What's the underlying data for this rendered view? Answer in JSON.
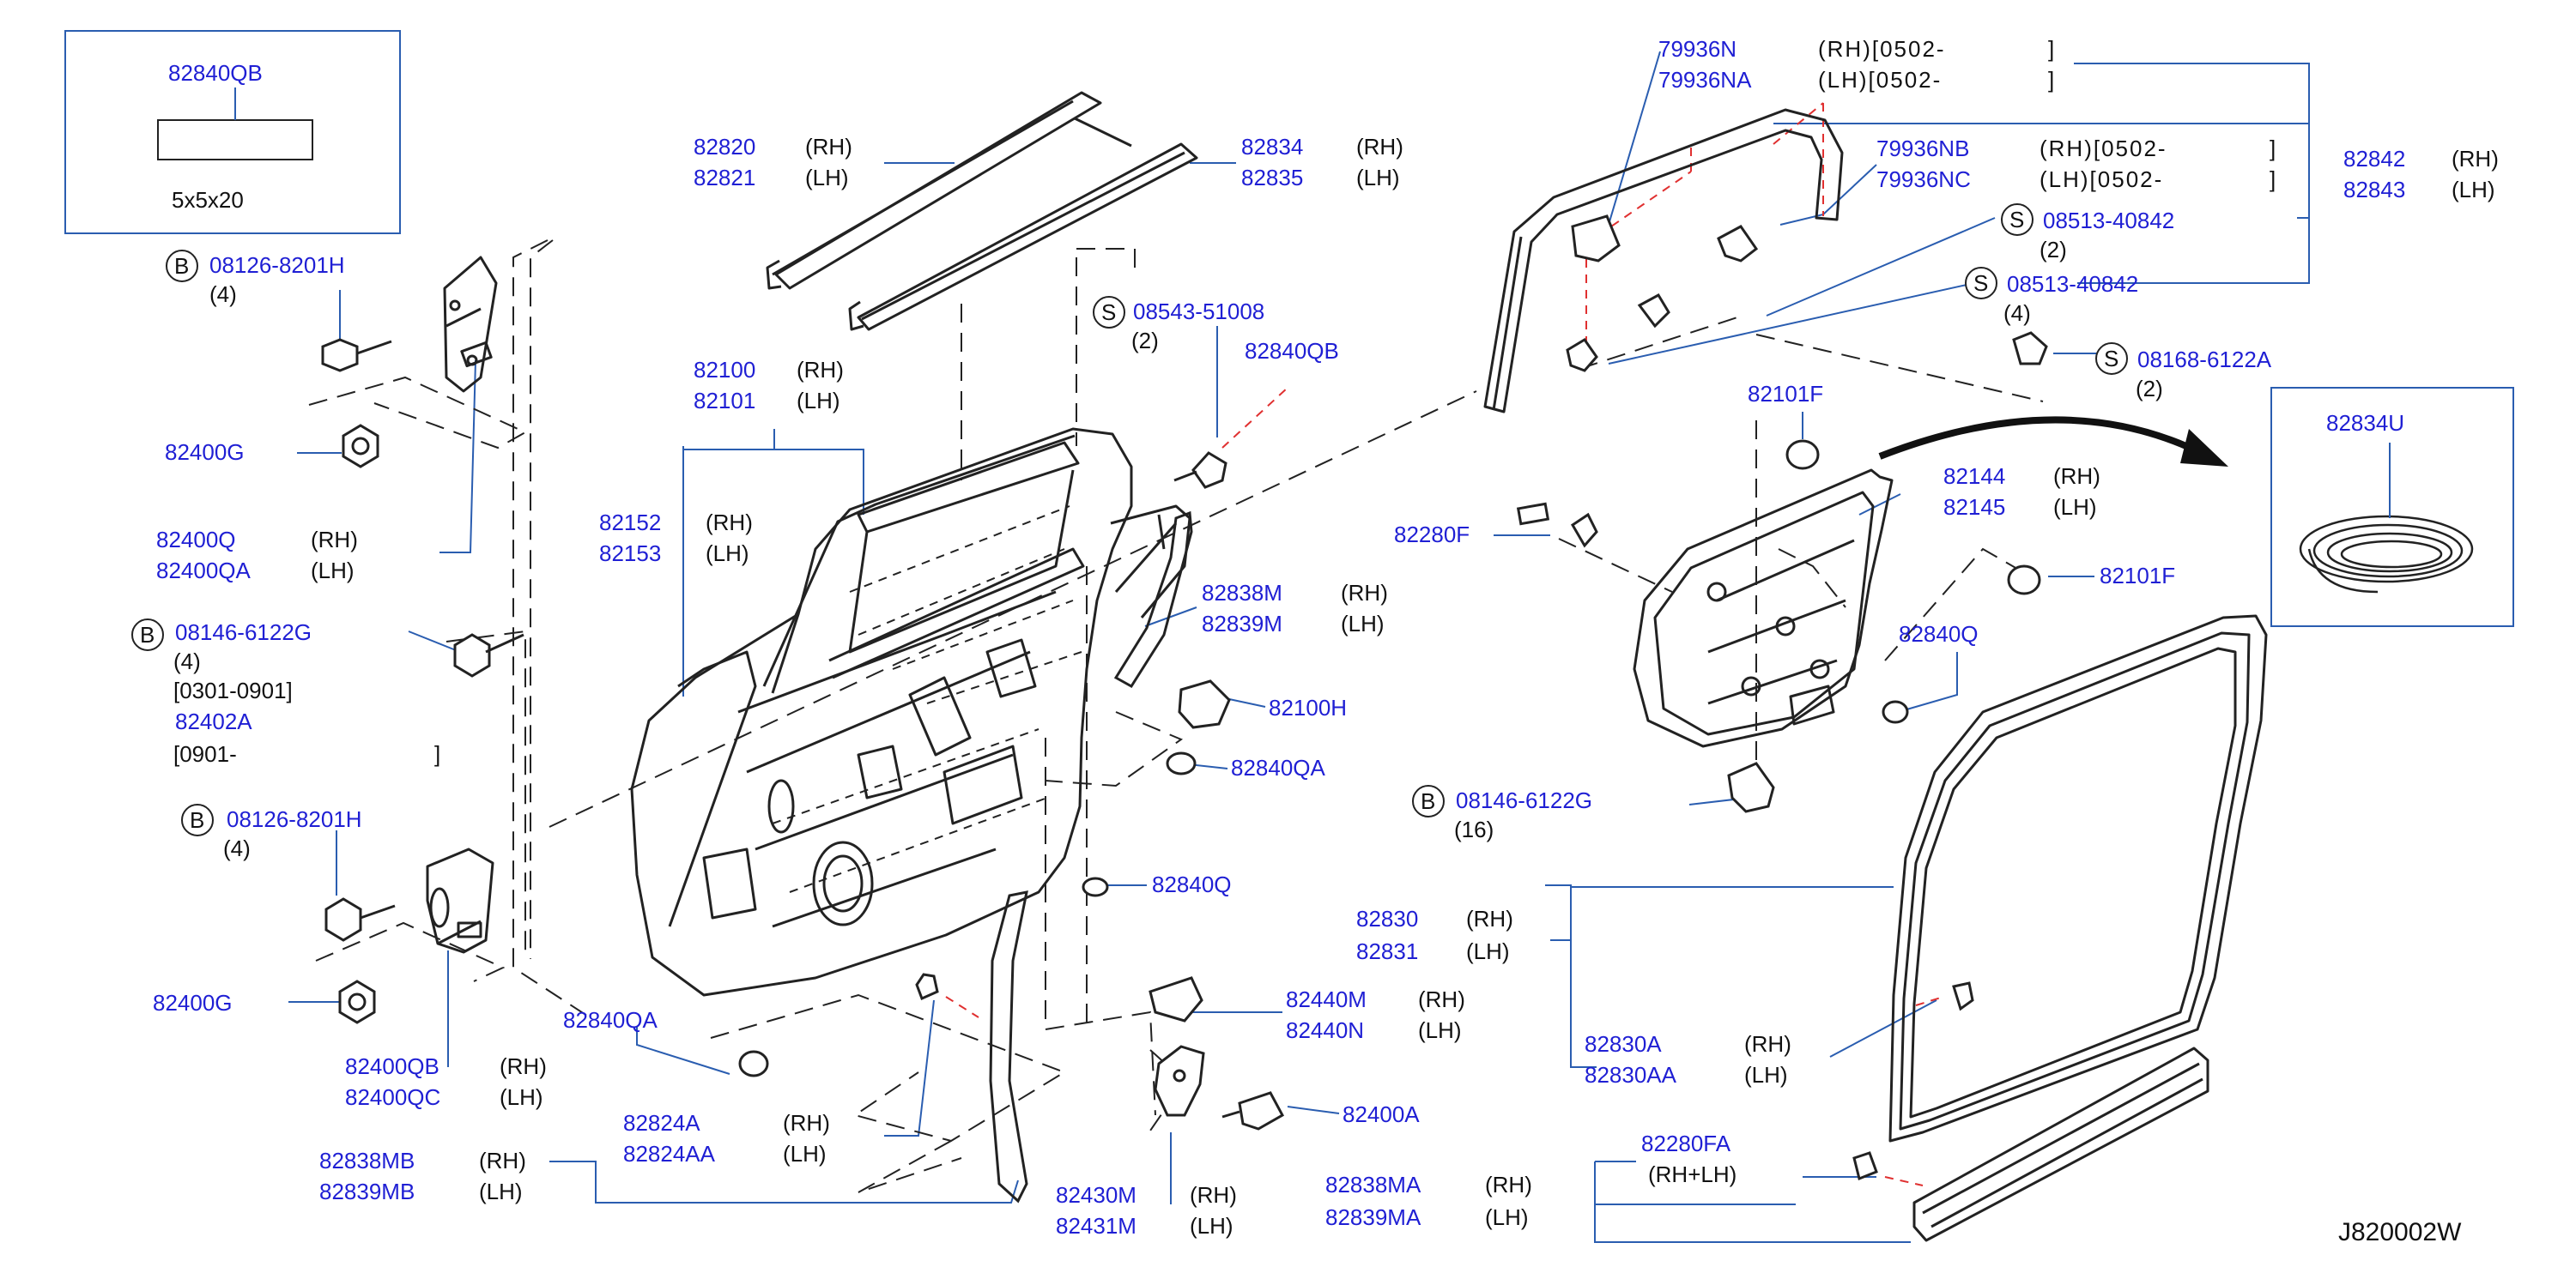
{
  "diagram": {
    "drawing_code": "J820002W",
    "colors": {
      "part_number": "#1f1fd4",
      "text": "#111111",
      "box_border": "#2a5db0",
      "leader": "#2a5db0",
      "dashed_red": "#e03030"
    },
    "qty": {
      "q4": "(4)",
      "q2": "(2)",
      "q16": "(16)"
    },
    "rh": "(RH)",
    "lh": "(LH)",
    "rhlh": "(RH+LH)",
    "prefix_b": "B",
    "prefix_s": "S",
    "parts": {
      "p82840QB_box": "82840QB",
      "size_5x5x20": "5x5x20",
      "p08126_8201H_a": "08126-8201H",
      "p82400G_a": "82400G",
      "p82400Q": "82400Q",
      "p82400QA": "82400QA",
      "p08146_6122G_a": "08146-6122G",
      "range_0301_0901": "[0301-0901]",
      "p82402A": "82402A",
      "range_0901": "[0901-",
      "bracket_close_a": "]",
      "p08126_8201H_b": "08126-8201H",
      "p82400G_b": "82400G",
      "p82400QB": "82400QB",
      "p82400QC": "82400QC",
      "p82840QA_a": "82840QA",
      "p82838MB": "82838MB",
      "p82839MB": "82839MB",
      "p82824A": "82824A",
      "p82824AA": "82824AA",
      "p82820": "82820",
      "p82821": "82821",
      "p82834": "82834",
      "p82835": "82835",
      "p82100": "82100",
      "p82101": "82101",
      "p82152": "82152",
      "p82153": "82153",
      "p08543_51008": "08543-51008",
      "p82840QB_b": "82840QB",
      "p82838M": "82838M",
      "p82839M": "82839M",
      "p82100H": "82100H",
      "p82840QA_b": "82840QA",
      "p82840Q_a": "82840Q",
      "p82440M": "82440M",
      "p82440N": "82440N",
      "p82400A": "82400A",
      "p82430M": "82430M",
      "p82431M": "82431M",
      "p79936N": "79936N",
      "p79936NA": "79936NA",
      "rh_0502": "(RH)[0502-",
      "lh_0502": "(LH)[0502-",
      "p79936NB": "79936NB",
      "p79936NC": "79936NC",
      "bracket_close": "]",
      "p82842": "82842",
      "p82843": "82843",
      "p08513_40842_a": "08513-40842",
      "p08513_40842_b": "08513-40842",
      "p08168_6122A": "08168-6122A",
      "p82101F_a": "82101F",
      "p82144": "82144",
      "p82145": "82145",
      "p82280F": "82280F",
      "p82101F_b": "82101F",
      "p82840Q_b": "82840Q",
      "p08146_6122G_b": "08146-6122G",
      "p82834U": "82834U",
      "p82830": "82830",
      "p82831": "82831",
      "p82830A": "82830A",
      "p82830AA": "82830AA",
      "p82280FA": "82280FA",
      "p82838MA": "82838MA",
      "p82839MA": "82839MA"
    }
  }
}
